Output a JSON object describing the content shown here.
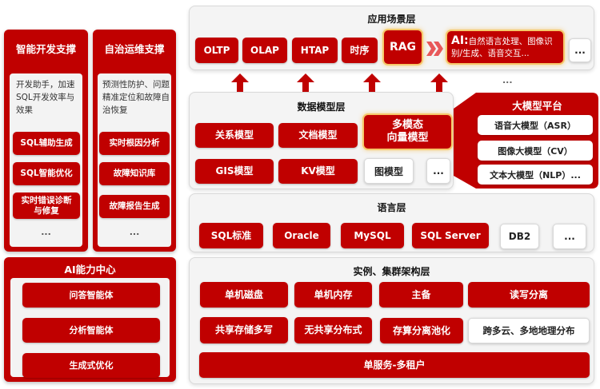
{
  "left_panels": {
    "dev_support": {
      "title": "智能开发支撑",
      "description": "开发助手，加速SQL开发效率与效果",
      "items": [
        "SQL辅助生成",
        "SQL智能优化",
        "实时错误诊断与修复"
      ],
      "more": "..."
    },
    "ops_support": {
      "title": "自治运维支撑",
      "description": "预测性防护、问题精准定位和故障自治恢复",
      "items": [
        "实时根因分析",
        "故障知识库",
        "故障报告生成"
      ],
      "more": "..."
    },
    "ai_center": {
      "title": "AI能力中心",
      "items": [
        "问答智能体",
        "分析智能体",
        "生成式优化"
      ]
    }
  },
  "app_layer": {
    "title": "应用场景层",
    "items": [
      "OLTP",
      "OLAP",
      "HTAP",
      "时序",
      "RAG"
    ],
    "ai_box": {
      "prefix": "AI:",
      "text": "自然语言处理、图像识别/生成、语音交互..."
    },
    "more": "...",
    "below_more": "..."
  },
  "data_model_layer": {
    "title": "数据模型层",
    "items": [
      "关系模型",
      "文档模型",
      "多模态向量模型",
      "GIS模型",
      "KV模型",
      "图模型"
    ],
    "multimodal_lines": [
      "多模态",
      "向量模型"
    ],
    "more": "..."
  },
  "big_model_platform": {
    "title": "大模型平台",
    "items": [
      "语音大模型（ASR）",
      "图像大模型（CV）",
      "文本大模型（NLP）..."
    ]
  },
  "language_layer": {
    "title": "语言层",
    "items": [
      "SQL标准",
      "Oracle",
      "MySQL",
      "SQL Server",
      "DB2"
    ],
    "more": "..."
  },
  "cluster_layer": {
    "title": "实例、集群架构层",
    "row1": [
      "单机磁盘",
      "单机内存",
      "主备",
      "读写分离"
    ],
    "row2": [
      "共享存储多写",
      "无共享分布式",
      "存算分离池化",
      "跨多云、多地地理分布"
    ],
    "bottom": "单服务-多租户"
  },
  "colors": {
    "primary_red": "#c00000",
    "layer_bg": "#f4f4f4",
    "highlight_glow": "#f6c86a"
  }
}
